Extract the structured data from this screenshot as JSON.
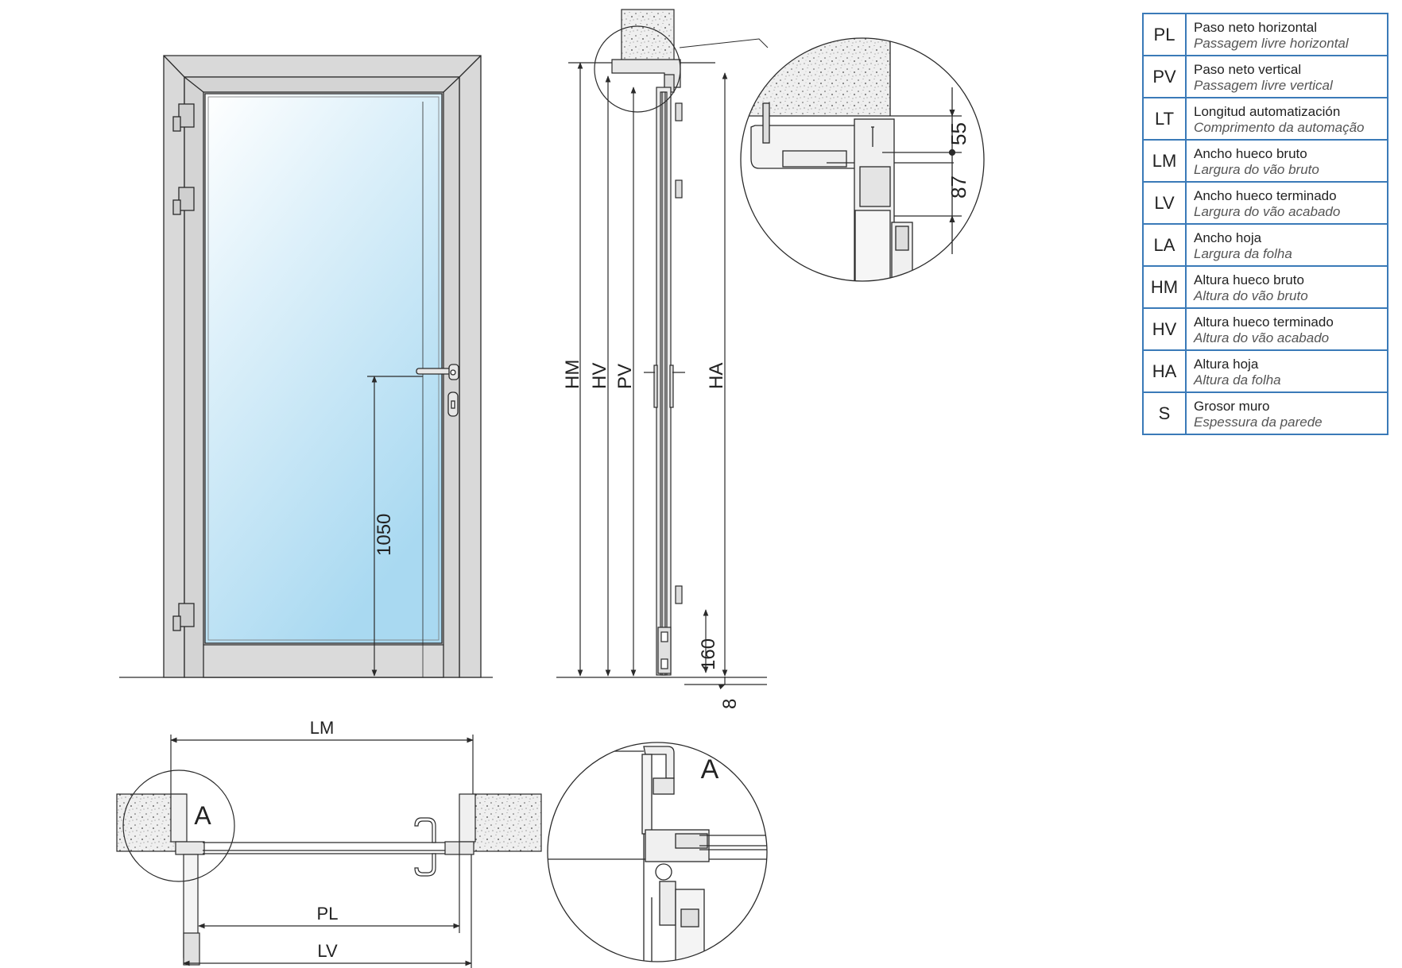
{
  "dimensions": {
    "lm": "LM",
    "pl": "PL",
    "lv": "LV",
    "hm": "HM",
    "hv": "HV",
    "pv": "PV",
    "ha": "HA",
    "handle_height": "1050",
    "bottom_rail": "160",
    "floor_gap": "8",
    "top_55": "55",
    "top_87": "87"
  },
  "detail_label": "A",
  "legend": [
    {
      "code": "PL",
      "es": "Paso neto horizontal",
      "pt": "Passagem livre horizontal"
    },
    {
      "code": "PV",
      "es": "Paso neto vertical",
      "pt": "Passagem livre vertical"
    },
    {
      "code": "LT",
      "es": "Longitud automatización",
      "pt": "Comprimento da automação"
    },
    {
      "code": "LM",
      "es": "Ancho hueco bruto",
      "pt": "Largura do vão bruto"
    },
    {
      "code": "LV",
      "es": "Ancho hueco terminado",
      "pt": "Largura do vão acabado"
    },
    {
      "code": "LA",
      "es": "Ancho hoja",
      "pt": "Largura da folha"
    },
    {
      "code": "HM",
      "es": "Altura hueco bruto",
      "pt": "Altura do vão bruto"
    },
    {
      "code": "HV",
      "es": "Altura hueco terminado",
      "pt": "Altura do vão acabado"
    },
    {
      "code": "HA",
      "es": "Altura hoja",
      "pt": "Altura da folha"
    },
    {
      "code": "S",
      "es": "Grosor muro",
      "pt": "Espessura da parede"
    }
  ],
  "colors": {
    "line": "#2a2a2a",
    "frame_fill": "#d9d9d9",
    "glass_top": "#ffffff",
    "glass_bottom": "#a8d8f0",
    "concrete": "#eeeeee",
    "legend_border": "#3a7ab8"
  }
}
